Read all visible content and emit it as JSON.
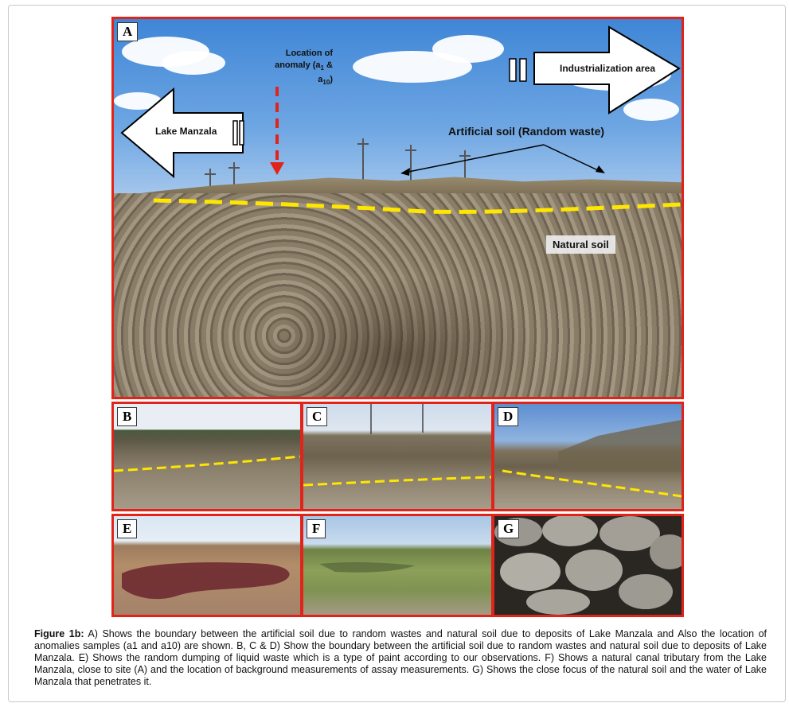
{
  "panels": {
    "a": {
      "letter": "A"
    },
    "b": {
      "letter": "B"
    },
    "c": {
      "letter": "C"
    },
    "d": {
      "letter": "D"
    },
    "e": {
      "letter": "E"
    },
    "f": {
      "letter": "F"
    },
    "g": {
      "letter": "G"
    }
  },
  "annotations": {
    "anomaly_line1": "Location of",
    "anomaly_line2_prefix": "anomaly (a",
    "anomaly_sub1": "1",
    "anomaly_line2_suffix": " &",
    "anomaly_line3_prefix": "a",
    "anomaly_sub10": "10",
    "anomaly_line3_suffix": ")",
    "industrialization": "Industrialization area",
    "lake": "Lake Manzala",
    "artificial_soil": "Artificial soil (Random waste)",
    "natural_soil": "Natural soil"
  },
  "caption": {
    "label": "Figure 1b:",
    "text": " A) Shows the boundary between the artificial soil due to random wastes and natural soil due to deposits of Lake Manzala and Also the location of anomalies samples (a1 and a10) are shown. B, C & D) Show the boundary between the artificial soil due to random wastes and natural soil due to deposits of Lake Manzala. E) Shows the random dumping of liquid waste which is a type of paint according to our observations. F) Shows a natural canal tributary from the Lake Manzala, close to site (A) and the location of background measurements of assay measurements. G) Shows the close focus of the natural soil and the water of Lake Manzala that penetrates it."
  },
  "colors": {
    "panel_border": "#e2231a",
    "boundary_line": "#ffe600",
    "anomaly_arrow": "#e2231a"
  }
}
